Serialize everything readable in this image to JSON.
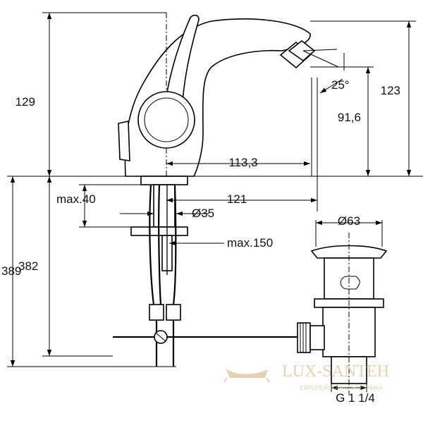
{
  "dimensions": {
    "d129": "129",
    "d123": "123",
    "d91_6": "91,6",
    "d25deg": "25°",
    "d113_3": "113,3",
    "d121": "121",
    "dmax40": "max.40",
    "dphi35": "Ø35",
    "dmax150": "max.150",
    "dphi63": "Ø63",
    "d389": "389",
    "d382": "382",
    "dthread": "G 1 1/4"
  },
  "watermark": {
    "brand": "LUX-SANTEH",
    "tagline": "ЕВРОПЕЙСКАЯ САНТЕХНИКА"
  }
}
